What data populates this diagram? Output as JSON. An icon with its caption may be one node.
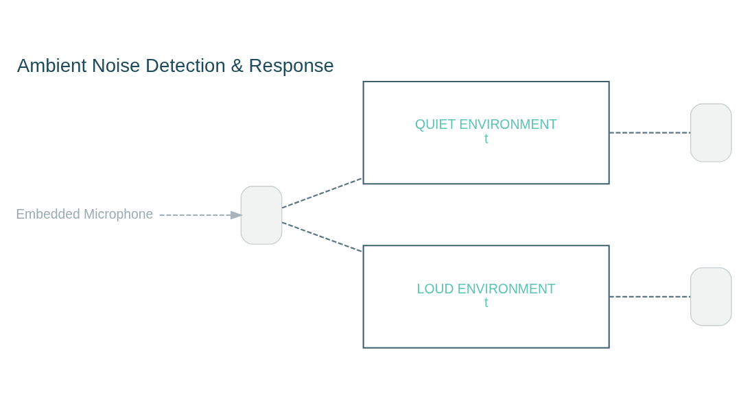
{
  "diagram": {
    "title": "Ambient Noise Detection & Response",
    "nodes": [
      {
        "text": [],
        "shape": "box"
      },
      {
        "text": [
          "QUIET ENVIRONMENT",
          "t"
        ]
      },
      {
        "text": [
          "LOUD ENVIRONMENT",
          "t"
        ]
      },
      {
        "text": [],
        "shape": "box"
      },
      {
        "text": [],
        "shape": "box"
      },
      {
        "text": [
          "Embedded Microphone"
        ]
      }
    ],
    "edges": [
      {
        "from": 0,
        "to": 1,
        "arrow": "none",
        "style": "dashed"
      },
      {
        "from": 0,
        "to": 2,
        "arrow": "none",
        "style": "dashed"
      },
      {
        "from": 1,
        "to": 3,
        "arrow": "none",
        "style": "dashed"
      },
      {
        "from": 2,
        "to": 4,
        "arrow": "none",
        "style": "dashed"
      },
      {
        "from": 5,
        "to": 0,
        "arrow": "to",
        "style": "dashed",
        "color": "#a8b4ba"
      }
    ]
  }
}
